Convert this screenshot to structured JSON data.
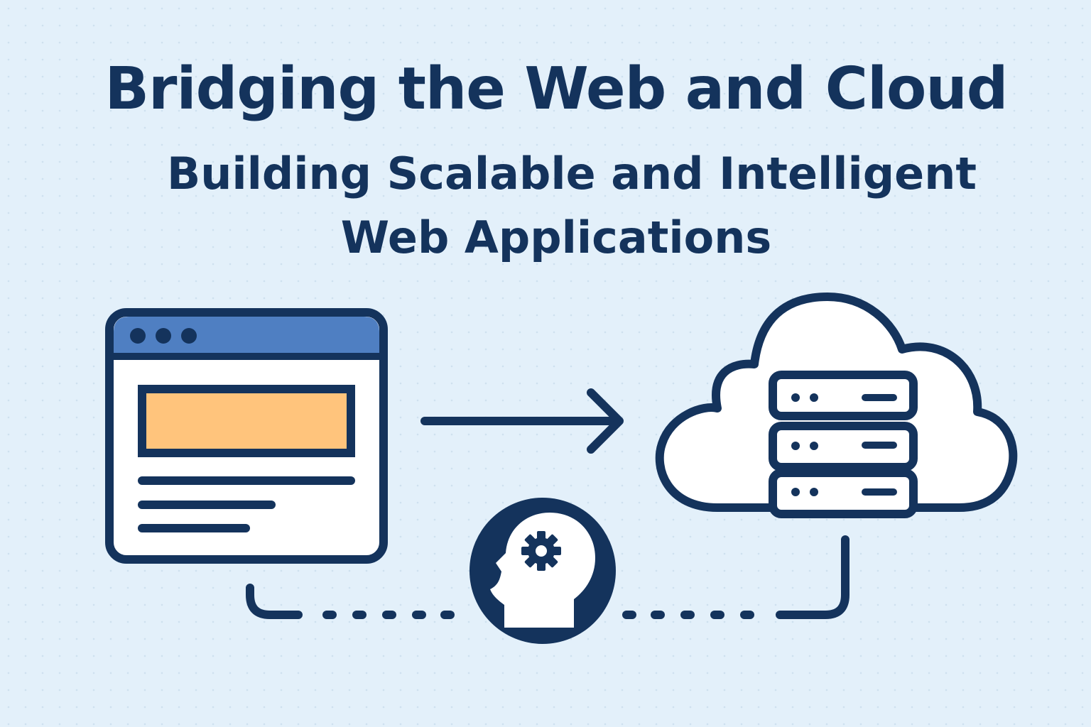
{
  "header": {
    "title": "Bridging the Web and Cloud",
    "subtitle_line1": "Building Scalable and Intelligent",
    "subtitle_line2": "Web Applications"
  },
  "colors": {
    "background": "#e3f0fa",
    "navy": "#14335c",
    "browser_bar": "#4f7fc2",
    "hero_block": "#ffc47c",
    "surface": "#ffffff"
  },
  "icons": {
    "browser": "browser-window-icon",
    "arrow": "arrow-right-icon",
    "cloud": "cloud-server-icon",
    "ai": "brain-gear-icon"
  }
}
